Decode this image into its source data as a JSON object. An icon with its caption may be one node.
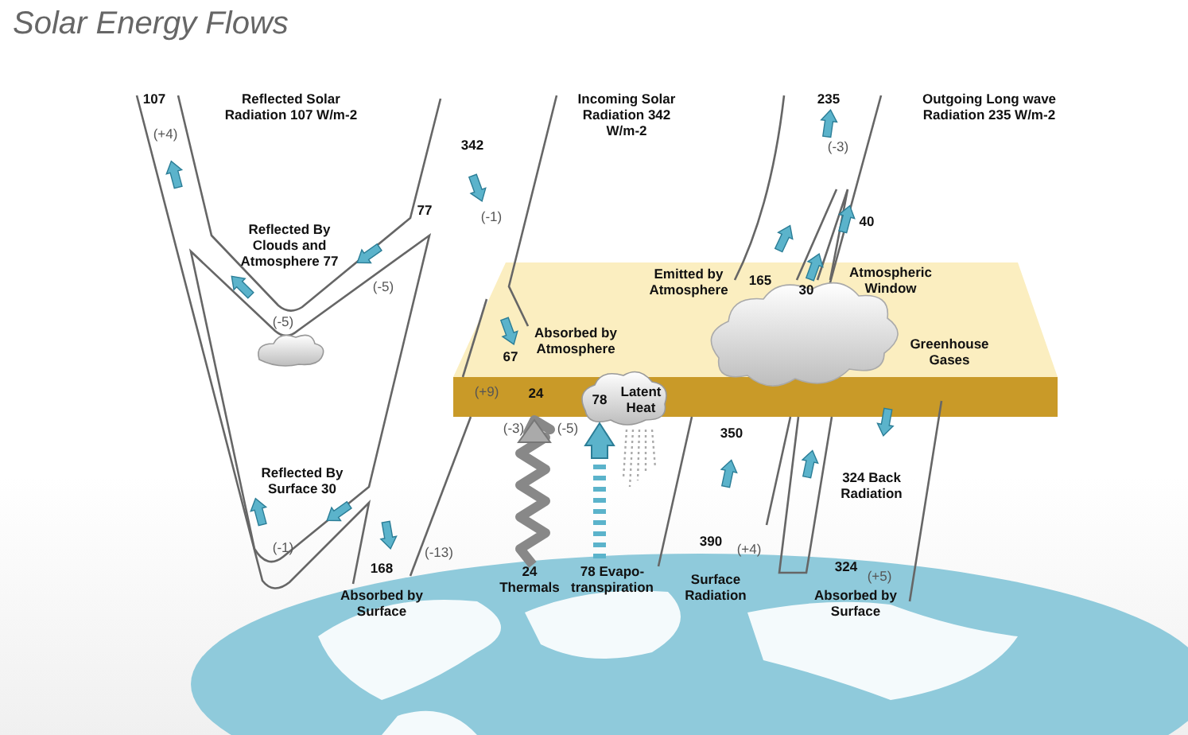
{
  "diagram": {
    "title": "Solar Energy Flows",
    "labels": [
      "107",
      "Reflected Solar Radiation 107 W/m-2",
      "Incoming Solar Radiation 342 W/m-2",
      "235",
      "Outgoing Long wave Radiation 235 W/m-2",
      "(+4)",
      "342",
      "(-3)",
      "77",
      "(-1)",
      "40",
      "Reflected By Clouds and Atmosphere 77",
      "Emitted by Atmosphere",
      "165",
      "30",
      "Atmospheric Window",
      "(-5)",
      "(-5)",
      "67",
      "Absorbed by Atmosphere",
      "Greenhouse Gases",
      "(+9)",
      "24",
      "78",
      "Latent Heat",
      "(-3)",
      "(-5)",
      "350",
      "Reflected By Surface 30",
      "324 Back Radiation",
      "(-1)",
      "168",
      "(-13)",
      "24 Thermals",
      "78 Evapo-transpiration",
      "390",
      "(+4)",
      "324",
      "(+5)",
      "Surface Radiation",
      "Absorbed by Surface",
      "Absorbed by Surface"
    ]
  }
}
